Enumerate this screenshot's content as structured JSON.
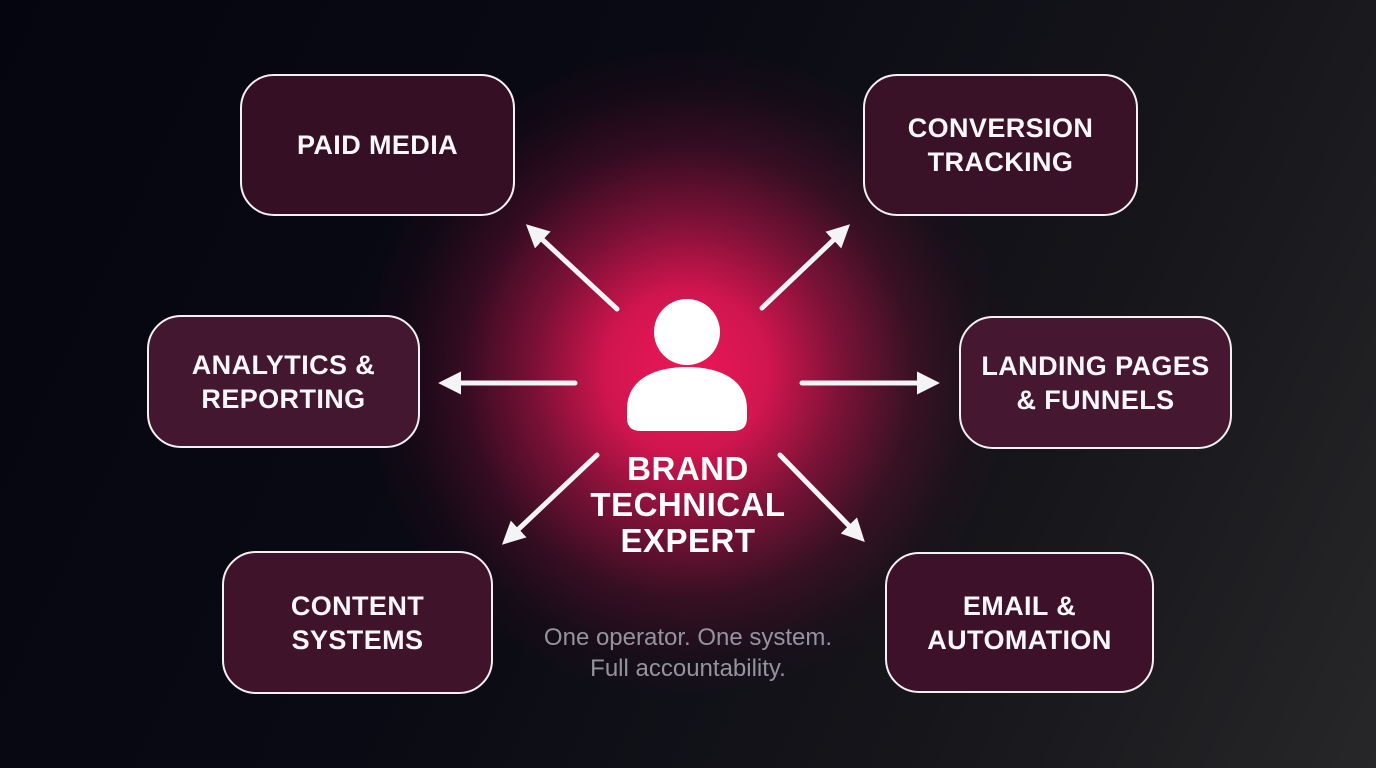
{
  "diagram": {
    "title": "BRAND\nTECHNICAL\nEXPERT",
    "tagline": "One operator. One system.\nFull accountability.",
    "center_icon": "person-icon",
    "nodes": [
      {
        "id": "paid-media",
        "label": "PAID MEDIA"
      },
      {
        "id": "conversion-tracking",
        "label": "CONVERSION\nTRACKING"
      },
      {
        "id": "analytics-reporting",
        "label": "ANALYTICS &\nREPORTING"
      },
      {
        "id": "landing-pages-funnels",
        "label": "LANDING PAGES\n& FUNNELS"
      },
      {
        "id": "content-systems",
        "label": "CONTENT\nSYSTEMS"
      },
      {
        "id": "email-automation",
        "label": "EMAIL &\nAUTOMATION"
      }
    ],
    "colors": {
      "background_start": "#05050f",
      "background_end": "#272729",
      "glow": "#ed1758",
      "node_fill": "#3d1229",
      "node_border": "#f3f1f3",
      "node_label": "#faf7fa",
      "title_text": "#ffffff",
      "tagline_text": "#94949c",
      "arrow": "#f4f4f6"
    }
  }
}
